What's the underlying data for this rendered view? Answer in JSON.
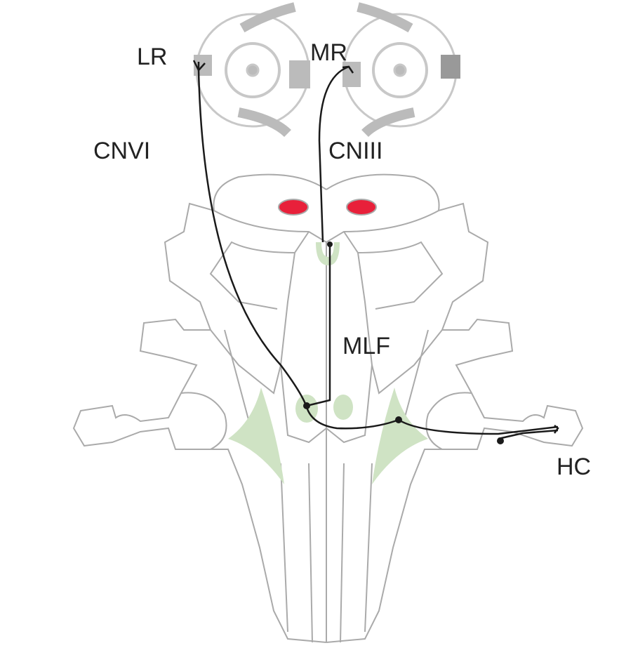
{
  "labels": {
    "lr": "LR",
    "mr": "MR",
    "cnvi": "CNVI",
    "cniii": "CNIII",
    "mlf": "MLF",
    "hc": "HC"
  },
  "colors": {
    "outline": "#a8a8a8",
    "nucleus_red": "#e8203a",
    "nucleus_green": "#cfe3c4",
    "pathway": "#1a1a1a"
  }
}
